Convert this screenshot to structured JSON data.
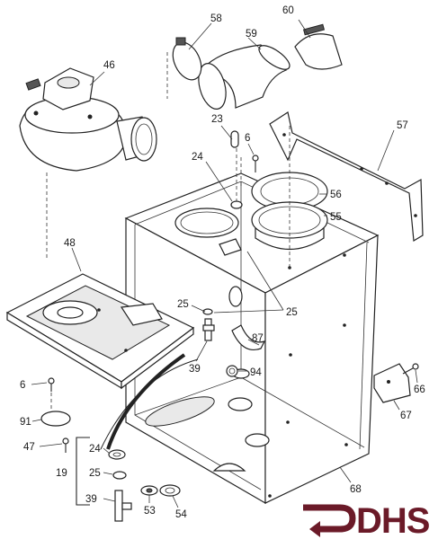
{
  "labels": {
    "p58": "58",
    "p59": "59",
    "p60": "60",
    "p46": "46",
    "p57": "57",
    "p23": "23",
    "p6_top": "6",
    "p24_top": "24",
    "p56": "56",
    "p55": "55",
    "p48": "48",
    "p25_left": "25",
    "p25_right": "25",
    "p87": "87",
    "p39": "39",
    "p94": "94",
    "p6_left": "6",
    "p66": "66",
    "p67": "67",
    "p91": "91",
    "p47": "47",
    "p24_kit": "24",
    "p25_kit": "25",
    "p19": "19",
    "p39_kit": "39",
    "p53": "53",
    "p54": "54",
    "p68": "68"
  },
  "logo": {
    "text": "DHS",
    "color": "#6b1a28"
  }
}
